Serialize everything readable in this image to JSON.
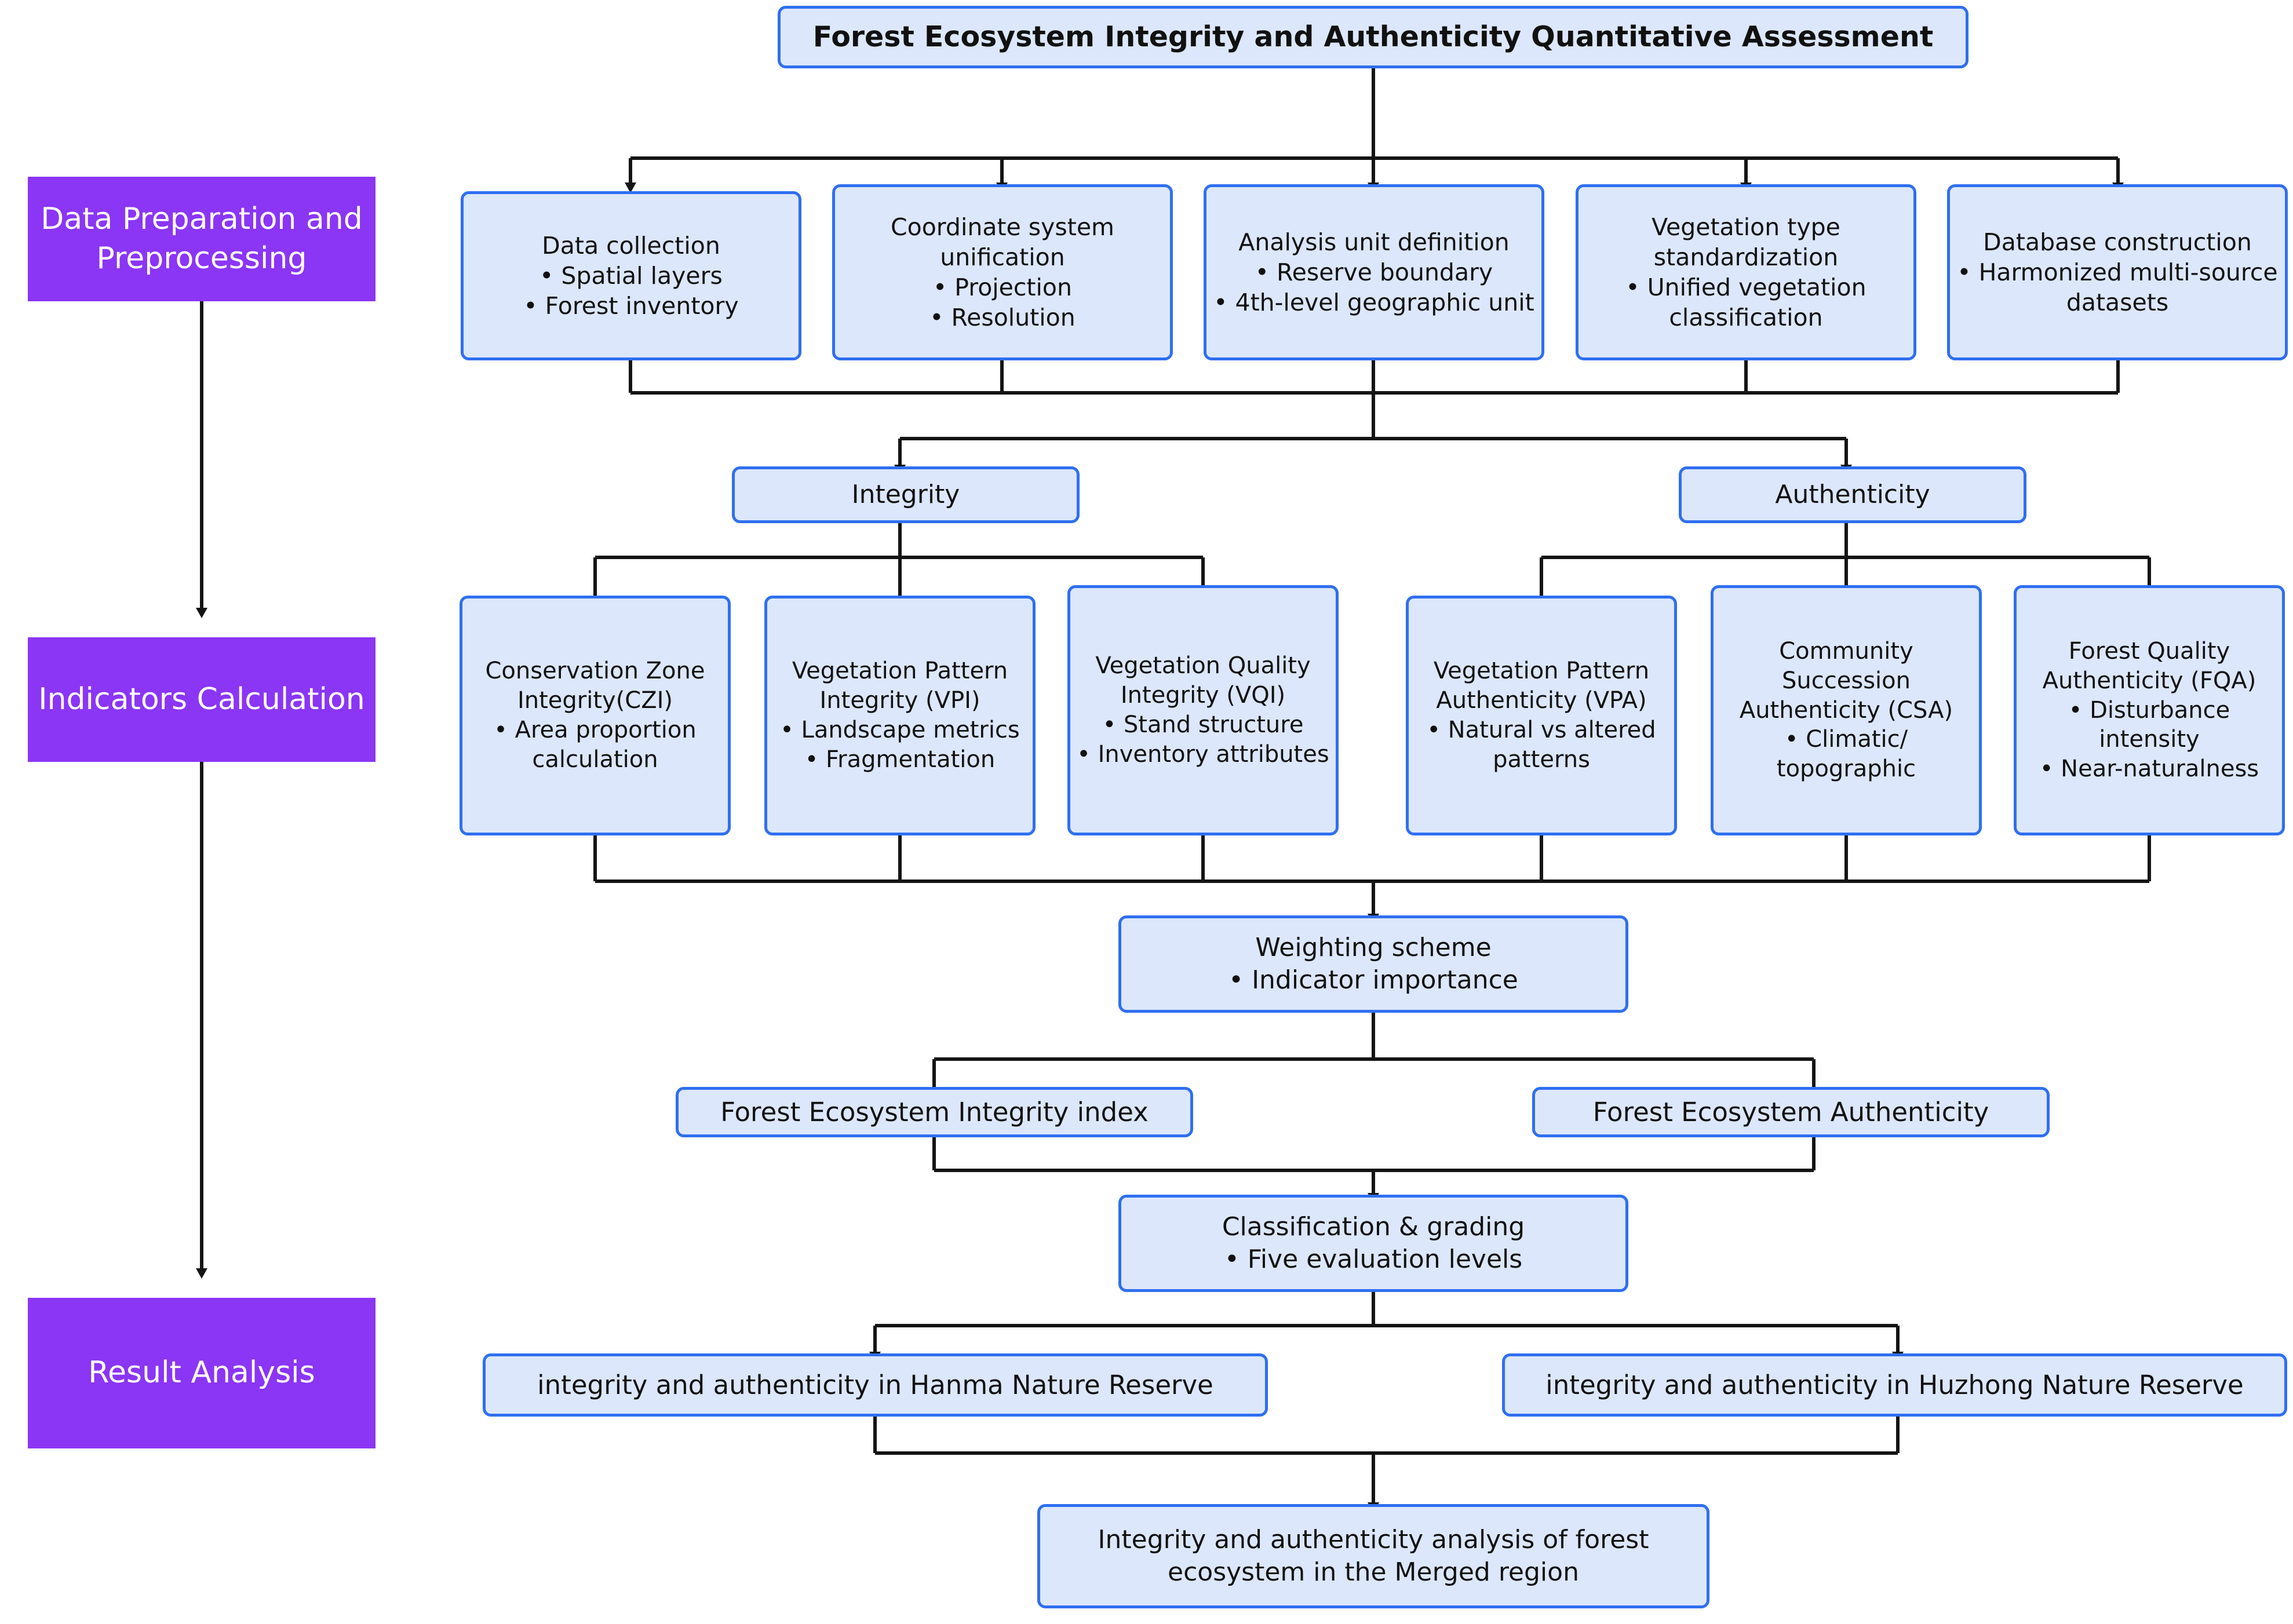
{
  "diagram": {
    "title_box": {
      "label": "Forest Ecosystem Integrity and Authenticity Quantitative Assessment"
    },
    "stage_bands": [
      {
        "name": "data-preparation",
        "label": "Data Preparation and Preprocessing"
      },
      {
        "name": "indicators-calculation",
        "label": "Indicators Calculation"
      },
      {
        "name": "result-analysis",
        "label": "Result Analysis"
      }
    ],
    "preprocessing_nodes": [
      {
        "title": "Data collection",
        "bullets": [
          "• Spatial layers",
          "• Forest inventory"
        ]
      },
      {
        "title": "Coordinate system unification",
        "bullets": [
          "• Projection",
          "• Resolution"
        ]
      },
      {
        "title": "Analysis unit definition",
        "bullets": [
          "• Reserve boundary",
          "• 4th-level geographic unit"
        ]
      },
      {
        "title": "Vegetation type standardization",
        "bullets": [
          "• Unified vegetation classification"
        ]
      },
      {
        "title": "Database construction",
        "bullets": [
          "• Harmonized multi-source datasets"
        ]
      }
    ],
    "dimension_nodes": [
      {
        "label": "Integrity"
      },
      {
        "label": "Authenticity"
      }
    ],
    "indicator_nodes": [
      {
        "title": "Conservation Zone Integrity(CZI)",
        "bullets": [
          "• Area proportion calculation"
        ]
      },
      {
        "title": "Vegetation Pattern Integrity (VPI)",
        "bullets": [
          "• Landscape metrics",
          "• Fragmentation"
        ]
      },
      {
        "title": "Vegetation Quality Integrity (VQI)",
        "bullets": [
          "• Stand structure",
          "• Inventory attributes"
        ]
      },
      {
        "title": "Vegetation Pattern Authenticity (VPA)",
        "bullets": [
          "• Natural vs altered patterns"
        ]
      },
      {
        "title": "Community Succession Authenticity (CSA)",
        "bullets": [
          "• Climatic/ topographic"
        ]
      },
      {
        "title": "Forest Quality Authenticity (FQA)",
        "bullets": [
          "• Disturbance intensity",
          "• Near-naturalness"
        ]
      }
    ],
    "weighting_node": {
      "title": "Weighting scheme",
      "bullets": [
        "• Indicator importance"
      ]
    },
    "index_nodes": [
      {
        "label": "Forest Ecosystem Integrity index"
      },
      {
        "label": "Forest Ecosystem Authenticity"
      }
    ],
    "classification_node": {
      "title": "Classification & grading",
      "bullets": [
        "• Five evaluation levels"
      ]
    },
    "reserve_nodes": [
      {
        "label": "integrity and authenticity in Hanma Nature Reserve"
      },
      {
        "label": "integrity and authenticity in Huzhong Nature Reserve"
      }
    ],
    "final_node": {
      "label": "Integrity and authenticity analysis of forest ecosystem in the Merged region"
    },
    "colors": {
      "node_fill": "#dce7fb",
      "node_border": "#2f6ff0",
      "band_fill": "#8b35f5",
      "band_text": "#ffffff",
      "connector": "#141414",
      "page_background": "#ffffff"
    }
  }
}
